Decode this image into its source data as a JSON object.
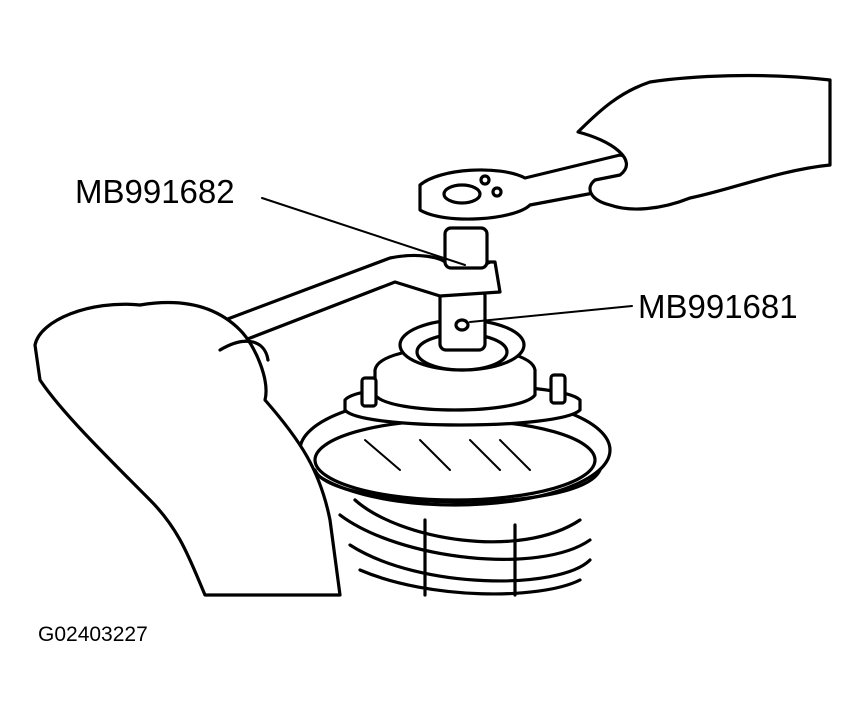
{
  "figure": {
    "callouts": {
      "upper_tool": "MB991682",
      "lower_tool": "MB991681"
    },
    "figure_id": "G02403227"
  }
}
